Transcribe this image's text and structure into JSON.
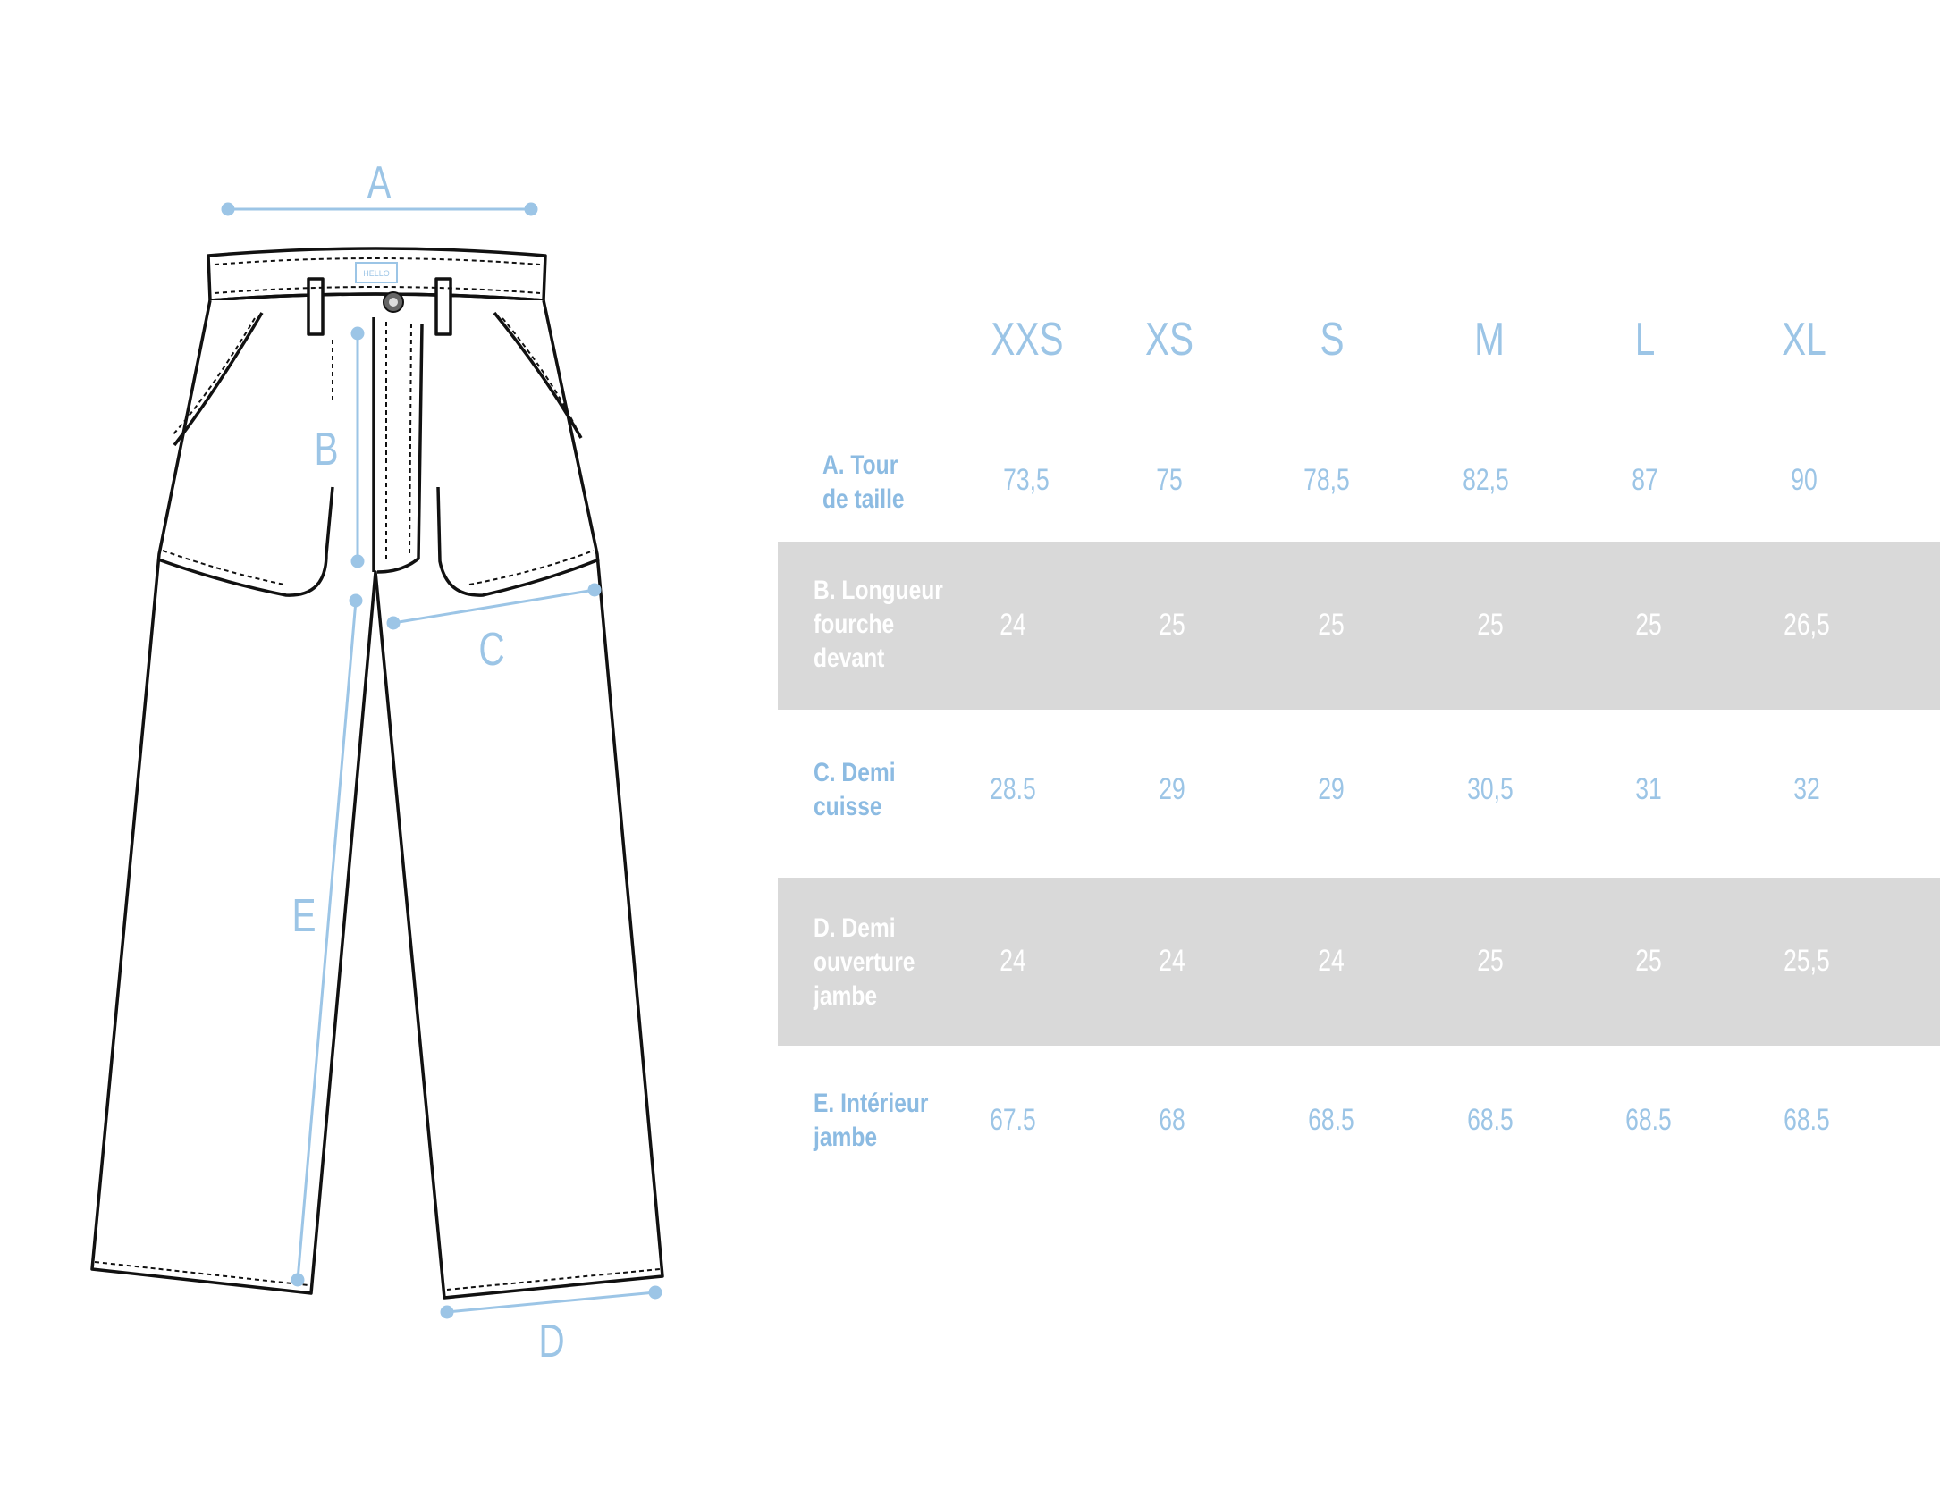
{
  "diagram": {
    "labels": {
      "a": "A",
      "b": "B",
      "c": "C",
      "d": "D",
      "e": "E"
    },
    "brand_tag": "HELLO"
  },
  "colors": {
    "accent": "#9cc5e6",
    "row_shade": "#d9d9d9",
    "outline": "#111111"
  },
  "table": {
    "sizes": [
      "XXS",
      "XS",
      "S",
      "M",
      "L",
      "XL"
    ],
    "rows": [
      {
        "label": [
          "A. Tour",
          "de taille"
        ],
        "values": [
          "73,5",
          "75",
          "78,5",
          "82,5",
          "87",
          "90"
        ],
        "shaded": false
      },
      {
        "label": [
          "B. Longueur",
          "fourche",
          "devant"
        ],
        "values": [
          "24",
          "25",
          "25",
          "25",
          "25",
          "26,5"
        ],
        "shaded": true
      },
      {
        "label": [
          "C. Demi",
          "cuisse"
        ],
        "values": [
          "28.5",
          "29",
          "29",
          "30,5",
          "31",
          "32"
        ],
        "shaded": false
      },
      {
        "label": [
          "D. Demi",
          "ouverture",
          "jambe"
        ],
        "values": [
          "24",
          "24",
          "24",
          "25",
          "25",
          "25,5"
        ],
        "shaded": true
      },
      {
        "label": [
          "E. Intérieur",
          "jambe"
        ],
        "values": [
          "67.5",
          "68",
          "68.5",
          "68.5",
          "68.5",
          "68.5"
        ],
        "shaded": false
      }
    ]
  }
}
